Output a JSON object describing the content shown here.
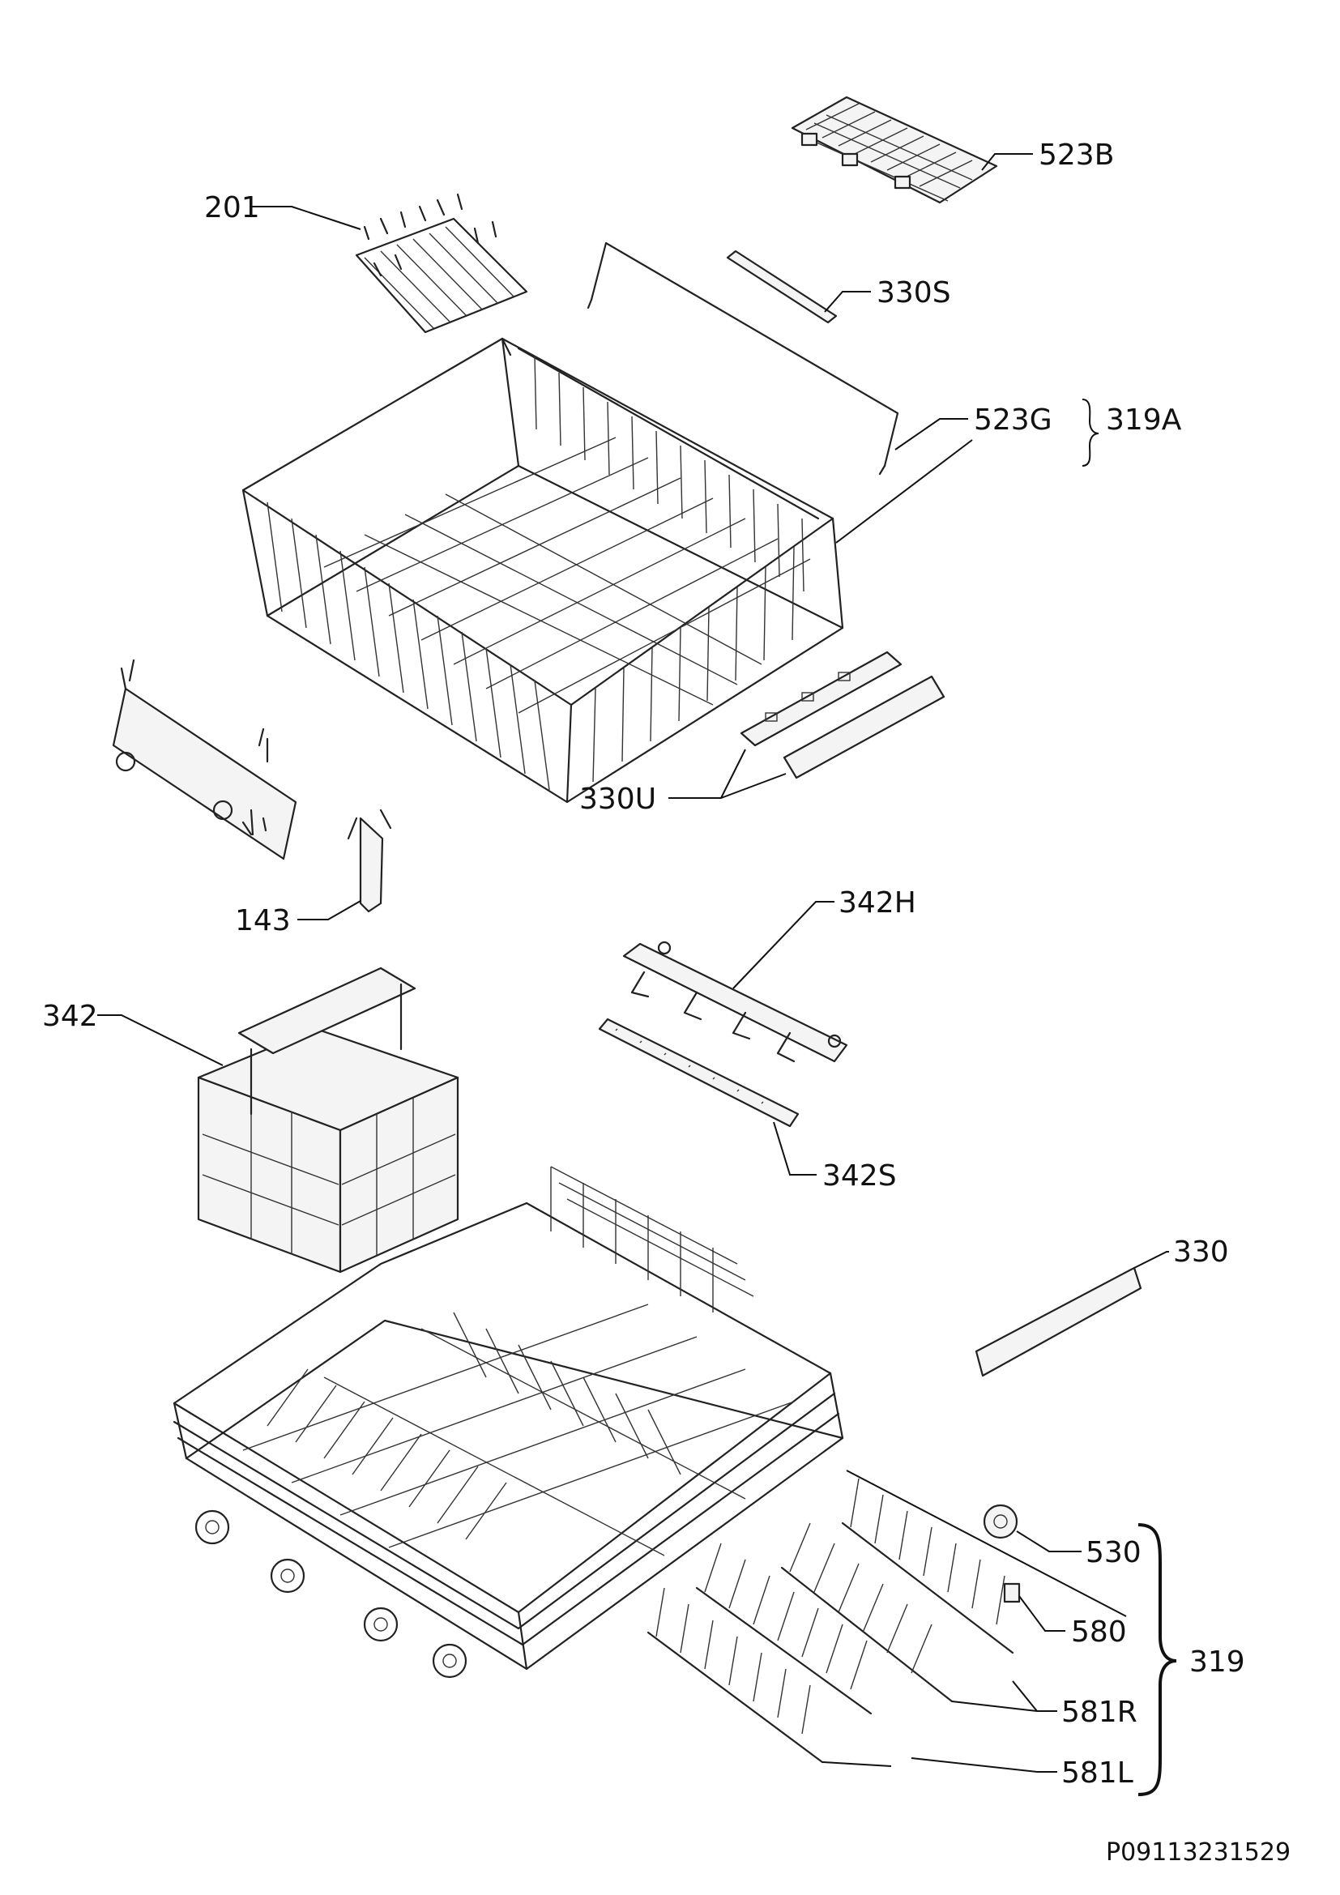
{
  "labels": {
    "p201": "201",
    "p523B": "523B",
    "p330S": "330S",
    "p523G": "523G",
    "p319A": "319A",
    "p330U": "330U",
    "p143": "143",
    "p342H": "342H",
    "p342": "342",
    "p342S": "342S",
    "p330": "330",
    "p530": "530",
    "p580": "580",
    "p319": "319",
    "p581R": "581R",
    "p581L": "581L"
  },
  "drawing_code": "P09113231529"
}
